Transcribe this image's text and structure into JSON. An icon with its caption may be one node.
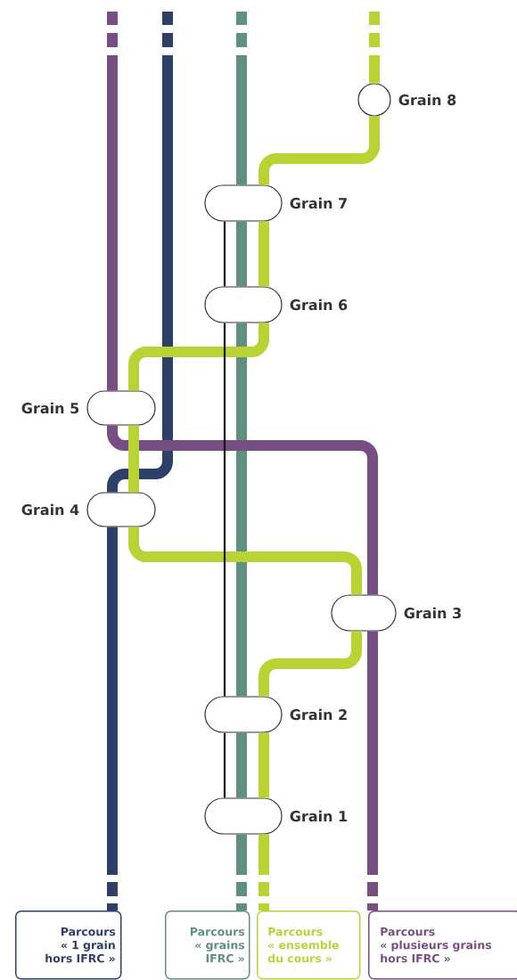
{
  "diagram": {
    "nodes": [
      {
        "text": [
          "Grain 8"
        ]
      },
      {
        "text": [
          "Grain 7"
        ]
      },
      {
        "text": [
          "Grain 6"
        ]
      },
      {
        "text": [
          "Grain 5"
        ]
      },
      {
        "text": [
          "Grain 4"
        ]
      },
      {
        "text": [
          "Grain 3"
        ]
      },
      {
        "text": [
          "Grain 2"
        ]
      },
      {
        "text": [
          "Grain 1"
        ]
      },
      {
        "text": [
          "Parcours",
          "« 1 grain hors IFRC »"
        ]
      },
      {
        "text": [
          "Parcours",
          "« grains IFRC »"
        ]
      },
      {
        "text": [
          "Parcours",
          "« ensemble du cours »"
        ]
      },
      {
        "text": [
          "Parcours",
          "« plusieurs grains hors IFRC »"
        ]
      }
    ],
    "edges": [
      {
        "from": null,
        "to": 0,
        "arrow": "none",
        "color": "#b9d334"
      },
      {
        "from": 0,
        "to": 1,
        "arrow": "none",
        "color": "#b9d334"
      },
      {
        "from": 1,
        "to": 2,
        "arrow": "none",
        "color": "#b9d334"
      },
      {
        "from": 2,
        "to": 3,
        "arrow": "none",
        "color": "#b9d334"
      },
      {
        "from": 3,
        "to": 4,
        "arrow": "none",
        "color": "#b9d334"
      },
      {
        "from": 4,
        "to": 5,
        "arrow": "none",
        "color": "#b9d334"
      },
      {
        "from": 5,
        "to": 6,
        "arrow": "none",
        "color": "#b9d334"
      },
      {
        "from": 6,
        "to": 7,
        "arrow": "none",
        "color": "#b9d334"
      },
      {
        "from": 7,
        "to": 10,
        "arrow": "none",
        "color": "#b9d334"
      },
      {
        "from": null,
        "to": 1,
        "arrow": "none",
        "color": "#5f8f7f"
      },
      {
        "from": 1,
        "to": 2,
        "arrow": "none",
        "color": "#5f8f7f"
      },
      {
        "from": 2,
        "to": 6,
        "arrow": "none",
        "color": "#5f8f7f"
      },
      {
        "from": 6,
        "to": 7,
        "arrow": "none",
        "color": "#5f8f7f"
      },
      {
        "from": 7,
        "to": 9,
        "arrow": "none",
        "color": "#5f8f7f"
      },
      {
        "from": null,
        "to": 3,
        "arrow": "none",
        "color": "#774e82"
      },
      {
        "from": 3,
        "to": 5,
        "arrow": "none",
        "color": "#774e82"
      },
      {
        "from": 5,
        "to": 11,
        "arrow": "none",
        "color": "#774e82"
      },
      {
        "from": null,
        "to": 4,
        "arrow": "none",
        "color": "#2e3f6a"
      },
      {
        "from": 4,
        "to": 8,
        "arrow": "none",
        "color": "#2e3f6a"
      },
      {
        "from": 1,
        "to": 2,
        "arrow": "none",
        "color": "#111111"
      },
      {
        "from": 2,
        "to": 6,
        "arrow": "none",
        "color": "#111111"
      },
      {
        "from": 6,
        "to": 7,
        "arrow": "none",
        "color": "#111111"
      }
    ]
  }
}
